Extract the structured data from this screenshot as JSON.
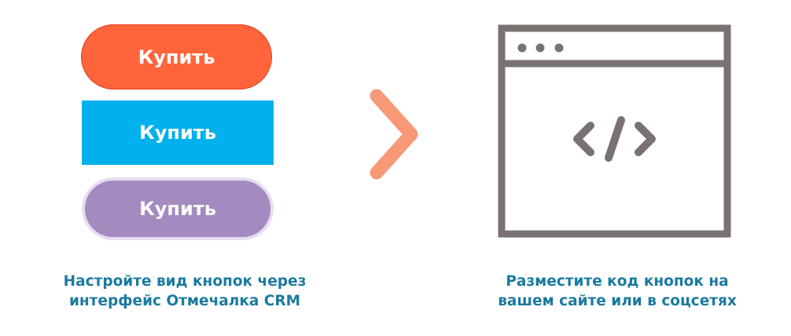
{
  "buttons": [
    {
      "label": "Купить",
      "color": "#ff643a"
    },
    {
      "label": "Купить",
      "color": "#00b1ed"
    },
    {
      "label": "Купить",
      "color": "#a38bc0"
    }
  ],
  "captions": {
    "left": {
      "line1": "Настройте вид кнопок через",
      "line2": "интерфейс Отмечалка CRM"
    },
    "right": {
      "line1": "Разместите код кнопок на",
      "line2": "вашем сайте или в соцсетях"
    }
  },
  "icons": {
    "arrow": "chevron-right-icon",
    "browser": "browser-window-icon",
    "code": "code-icon"
  },
  "colors": {
    "arrow": "#f79877",
    "icon_gray": "#7a7270",
    "caption": "#1b7aa0"
  }
}
